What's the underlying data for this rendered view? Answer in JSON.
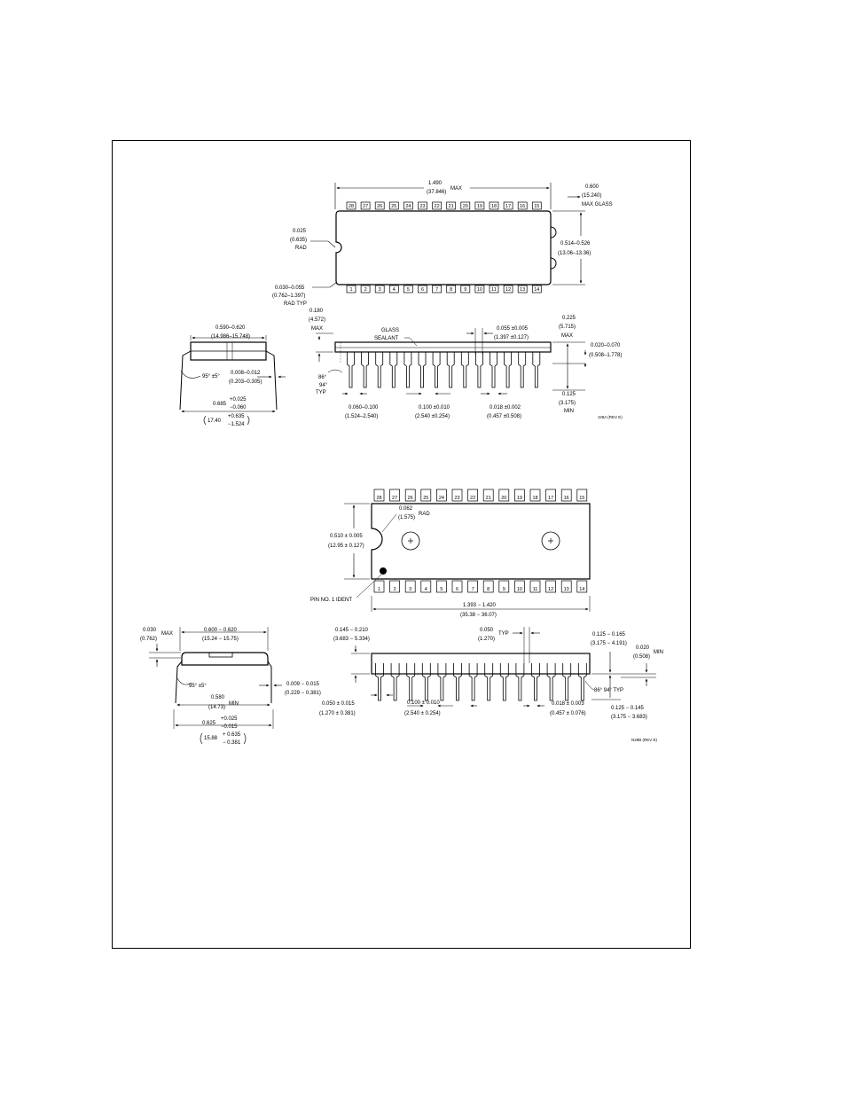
{
  "cerdip": {
    "top_view": {
      "length_in": "1.490",
      "length_mm": "(37.846)",
      "length_suffix": "MAX",
      "glass_in": "0.600",
      "glass_mm": "(15.240)",
      "glass_suffix": "MAX GLASS",
      "notch_in": "0.025",
      "notch_mm": "(0.635)",
      "notch_suffix": "RAD",
      "width_in": "0.514–0.526",
      "width_mm": "(13.06–13.36)",
      "corner_in": "0.030–0.055",
      "corner_mm": "(0.762–1.397)",
      "corner_suffix": "RAD TYP",
      "pins_top": [
        "28",
        "27",
        "26",
        "25",
        "24",
        "23",
        "22",
        "21",
        "20",
        "19",
        "18",
        "17",
        "16",
        "15"
      ],
      "pins_bottom": [
        "1",
        "2",
        "3",
        "4",
        "5",
        "6",
        "7",
        "8",
        "9",
        "10",
        "11",
        "12",
        "13",
        "14"
      ]
    },
    "end_view": {
      "width_in": "0.590–0.620",
      "width_mm": "(14.986–15.748)",
      "angle": "95° ±5°",
      "lead_in": "0.008–0.012",
      "lead_mm": "(0.203–0.305)",
      "span_in": "0.685",
      "span_tol_plus": "+0.025",
      "span_tol_minus": "−0.060",
      "span_mm": "17.40",
      "span_mm_plus": "+0.635",
      "span_mm_minus": "−1.524"
    },
    "side_view": {
      "height_in": "0.180",
      "height_mm": "(4.572)",
      "height_suffix": "MAX",
      "glass_label_1": "GLASS",
      "glass_label_2": "SEALANT",
      "shoulder_in": "0.055 ±0.005",
      "shoulder_mm": "(1.397 ±0.127)",
      "seat_in": "0.225",
      "seat_mm": "(5.715)",
      "seat_suffix": "MAX",
      "standoff_in": "0.020–0.070",
      "standoff_mm": "(0.508–1.778)",
      "angle_1": "86°",
      "angle_2": "94°",
      "angle_suffix": "TYP",
      "end_in": "0.060–0.100",
      "end_mm": "(1.524–2.540)",
      "pitch_in": "0.100 ±0.010",
      "pitch_mm": "(2.540 ±0.254)",
      "lead_in": "0.018 ±0.002",
      "lead_mm": "(0.457 ±0.508)",
      "lead_len_in": "0.125",
      "lead_len_mm": "(3.175)",
      "lead_len_suffix": "MIN",
      "drawing_ref": "J28A (REV E)"
    }
  },
  "pdip": {
    "top_view": {
      "pins_top": [
        "28",
        "27",
        "26",
        "25",
        "24",
        "23",
        "22",
        "21",
        "20",
        "19",
        "18",
        "17",
        "16",
        "15"
      ],
      "pins_bottom": [
        "1",
        "2",
        "3",
        "4",
        "5",
        "6",
        "7",
        "8",
        "9",
        "10",
        "11",
        "12",
        "13",
        "14"
      ],
      "rad_in": "0.062",
      "rad_mm": "(1.575)",
      "rad_suffix": "RAD",
      "width_in": "0.510 ± 0.005",
      "width_mm": "(12.95 ± 0.127)",
      "pin1_label": "PIN NO. 1 IDENT",
      "length_in": "1.393 − 1.420",
      "length_mm": "(35.38 − 36.07)"
    },
    "end_view": {
      "top_in": "0.030",
      "top_mm": "(0.762)",
      "top_suffix": "MAX",
      "width_in": "0.600 − 0.620",
      "width_mm": "(15.24 − 15.75)",
      "angle": "95° ±5°",
      "lead_in": "0.009 − 0.015",
      "lead_mm": "(0.229 − 0.381)",
      "min_in": "0.580",
      "min_mm": "(14.73)",
      "min_suffix": "MIN",
      "span_in": "0.625",
      "span_tol_plus": "+0.025",
      "span_tol_minus": "−0.015",
      "span_mm": "15.88",
      "span_mm_plus": "+ 0.635",
      "span_mm_minus": "− 0.381"
    },
    "side_view": {
      "height_in": "0.145 − 0.210",
      "height_mm": "(3.683 − 5.334)",
      "typ_in": "0.050",
      "typ_mm": "(1.270)",
      "typ_suffix": "TYP",
      "seat_in": "0.125 − 0.165",
      "seat_mm": "(3.175 − 4.191)",
      "standoff_in": "0.020",
      "standoff_mm": "(0.508)",
      "standoff_suffix": "MIN",
      "angle": "86° 94° TYP",
      "end_in": "0.050 ± 0.015",
      "end_mm": "(1.270 ± 0.381)",
      "pitch_in": "0.100 ± 0.010",
      "pitch_mm": "(2.540 ± 0.254)",
      "lead_in": "0.018 ± 0.003",
      "lead_mm": "(0.457 ± 0.076)",
      "lead_len_in": "0.125 − 0.145",
      "lead_len_mm": "(3.175 − 3.683)",
      "drawing_ref": "N28B (REV E)"
    }
  }
}
